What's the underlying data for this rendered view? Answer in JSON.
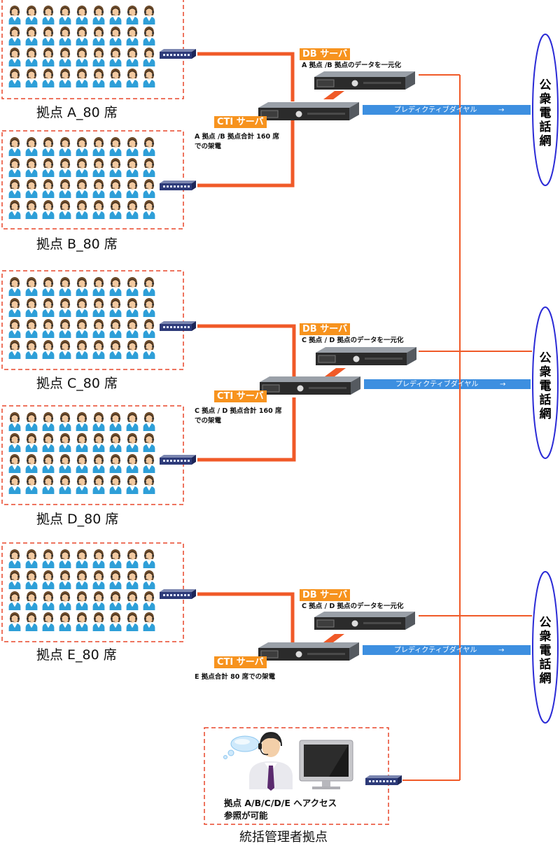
{
  "sites": [
    {
      "label": "拠点 A_80 席"
    },
    {
      "label": "拠点 B_80 席"
    },
    {
      "label": "拠点 C_80 席"
    },
    {
      "label": "拠点 D_80 席"
    },
    {
      "label": "拠点 E_80 席"
    }
  ],
  "groups": [
    {
      "db_label": "DB サーバ",
      "db_note": "A 拠点 /B 拠点のデータを一元化",
      "cti_label": "CTI サーバ",
      "cti_note": [
        "A 拠点 /B 拠点合計 160 席",
        "での架電"
      ],
      "arrow_label": "プレディクティブダイヤル",
      "arrow_glyph": "→",
      "network_label": "公衆電話網"
    },
    {
      "db_label": "DB サーバ",
      "db_note": "C 拠点 / D 拠点のデータを一元化",
      "cti_label": "CTI サーバ",
      "cti_note": [
        "C 拠点 / D 拠点合計 160 席",
        "での架電"
      ],
      "arrow_label": "プレディクティブダイヤル",
      "arrow_glyph": "→",
      "network_label": "公衆電話網"
    },
    {
      "db_label": "DB サーバ",
      "db_note": "C 拠点 / D 拠点のデータを一元化",
      "cti_label": "CTI サーバ",
      "cti_note": [
        "E 拠点合計 80 席での架電"
      ],
      "arrow_label": "プレディクティブダイヤル",
      "arrow_glyph": "→",
      "network_label": "公衆電話網"
    }
  ],
  "admin": {
    "text_line1": "拠点 A/B/C/D/E へアクセス",
    "text_line2": "参照が可能",
    "label": "統括管理者拠点"
  },
  "colors": {
    "accent_orange": "#f7931e",
    "line_red": "#f05a28",
    "arrow_blue": "#3d8fe0",
    "dash_red": "#e8472a",
    "net_ellipse": "#2b2bd6"
  },
  "icons": {
    "operator": "operator-person-icon",
    "switch": "network-switch-icon",
    "server": "rack-server-icon",
    "admin": "admin-headset-person-icon",
    "monitor": "monitor-icon",
    "speech": "speech-bubble-icon"
  }
}
